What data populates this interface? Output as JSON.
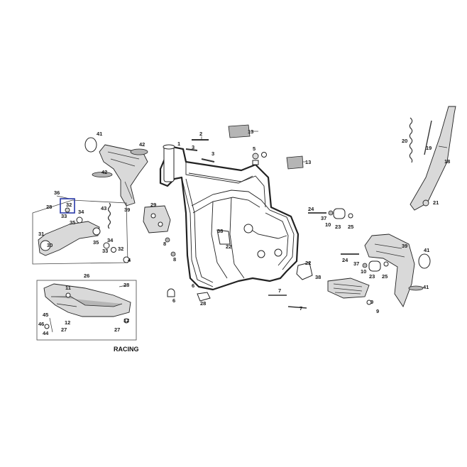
{
  "diagram": {
    "section_caption": "RACING",
    "highlight_color": "#2a3aa8",
    "labels": {
      "p1": "1",
      "p2": "2",
      "p3a": "3",
      "p3b": "3",
      "p4": "4",
      "p5": "5",
      "p6a": "6",
      "p6b": "6",
      "p7a": "7",
      "p7b": "7",
      "p8a": "8",
      "p8b": "8",
      "p9a": "9",
      "p9b": "9",
      "p10a": "10",
      "p10b": "10",
      "p11": "11",
      "p12": "12",
      "p13a": "13",
      "p13b": "13",
      "p18": "18",
      "p19": "19",
      "p20": "20",
      "p21": "21",
      "p22a": "22",
      "p22b": "22",
      "p23a": "23",
      "p23b": "23",
      "p24a": "24",
      "p24b": "24",
      "p25a": "25",
      "p25b": "25",
      "p26": "26",
      "p27a": "27",
      "p27b": "27",
      "p28a": "28",
      "p28b": "28",
      "p28c": "28",
      "p29": "29",
      "p30": "30",
      "p31": "31",
      "p32a": "32",
      "p32b": "32",
      "p33a": "33",
      "p33b": "33",
      "p34a": "34",
      "p34b": "34",
      "p35a": "35",
      "p35b": "35",
      "p36": "36",
      "p37a": "37",
      "p37b": "37",
      "p38a": "38",
      "p38b": "38",
      "p39a": "39",
      "p39b": "39",
      "p41a": "41",
      "p41b": "41",
      "p41c": "41",
      "p42a": "42",
      "p42b": "42",
      "p43": "43",
      "p44": "44",
      "p45": "45",
      "p46": "46"
    }
  }
}
